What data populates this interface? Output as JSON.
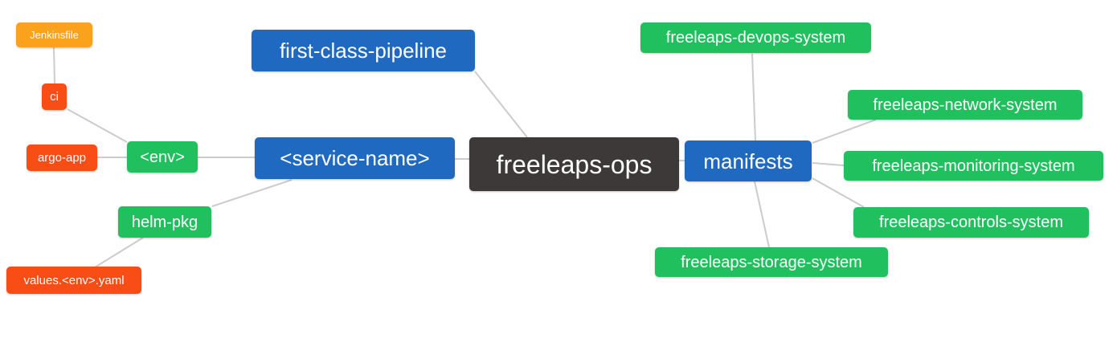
{
  "diagram": {
    "title": "freeleaps-ops mind map",
    "colors": {
      "root_node": "#3d3938",
      "branch_node": "#1f6ac0",
      "green_node": "#21c05e",
      "red_node": "#f94d16",
      "amber_node": "#faa21c",
      "edge": "#cccccc",
      "node_text": "#ffffff",
      "background": "#ffffff"
    },
    "nodes": {
      "root": {
        "label": "freeleaps-ops"
      },
      "first_class_pipeline": {
        "label": "first-class-pipeline"
      },
      "service_name": {
        "label": "<service-name>"
      },
      "manifests": {
        "label": "manifests"
      },
      "env": {
        "label": "<env>"
      },
      "helm_pkg": {
        "label": "helm-pkg"
      },
      "ci": {
        "label": "ci"
      },
      "argo_app": {
        "label": "argo-app"
      },
      "jenkinsfile": {
        "label": "Jenkinsfile"
      },
      "values_yaml": {
        "label": "values.<env>.yaml"
      },
      "devops_system": {
        "label": "freeleaps-devops-system"
      },
      "network_system": {
        "label": "freeleaps-network-system"
      },
      "monitoring_system": {
        "label": "freeleaps-monitoring-system"
      },
      "controls_system": {
        "label": "freeleaps-controls-system"
      },
      "storage_system": {
        "label": "freeleaps-storage-system"
      }
    },
    "edges": [
      [
        "jenkinsfile",
        "ci"
      ],
      [
        "ci",
        "env"
      ],
      [
        "argo_app",
        "env"
      ],
      [
        "env",
        "service_name"
      ],
      [
        "helm_pkg",
        "service_name"
      ],
      [
        "values_yaml",
        "helm_pkg"
      ],
      [
        "service_name",
        "root"
      ],
      [
        "first_class_pipeline",
        "root"
      ],
      [
        "root",
        "manifests"
      ],
      [
        "manifests",
        "devops_system"
      ],
      [
        "manifests",
        "network_system"
      ],
      [
        "manifests",
        "monitoring_system"
      ],
      [
        "manifests",
        "controls_system"
      ],
      [
        "manifests",
        "storage_system"
      ]
    ]
  }
}
